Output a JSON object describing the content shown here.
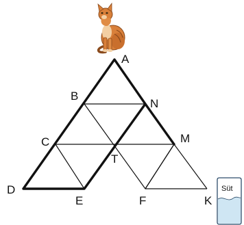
{
  "diagram": {
    "points": {
      "A": "A",
      "B": "B",
      "N": "N",
      "C": "C",
      "T": "T",
      "M": "M",
      "D": "D",
      "E": "E",
      "F": "F",
      "K": "K"
    },
    "milk_label": "Süt",
    "colors": {
      "line": "#111111",
      "cat_fur": "#d9803a",
      "cat_dark": "#8a4a1c",
      "cat_light": "#f3cfa3",
      "milk": "#cfe6f3",
      "milk_stroke": "#2c4c6a"
    }
  }
}
